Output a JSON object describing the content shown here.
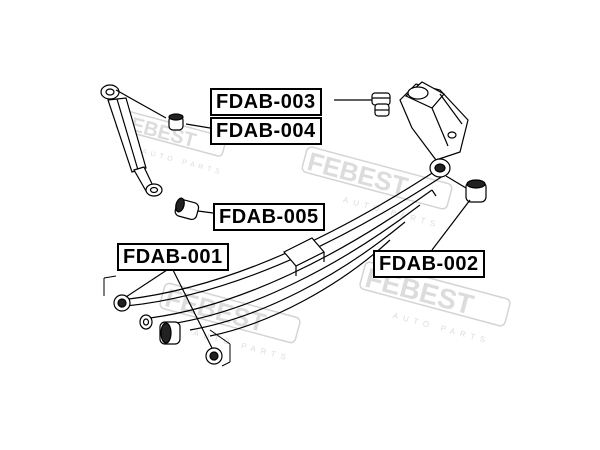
{
  "labels": {
    "fdab_001": "FDAB-001",
    "fdab_002": "FDAB-002",
    "fdab_003": "FDAB-003",
    "fdab_004": "FDAB-004",
    "fdab_005": "FDAB-005"
  },
  "watermark": {
    "brand": "FEBEST",
    "tagline": "AUTO PARTS"
  },
  "colors": {
    "line": "#000000",
    "watermark": "#d4d4d4",
    "background": "#ffffff"
  }
}
